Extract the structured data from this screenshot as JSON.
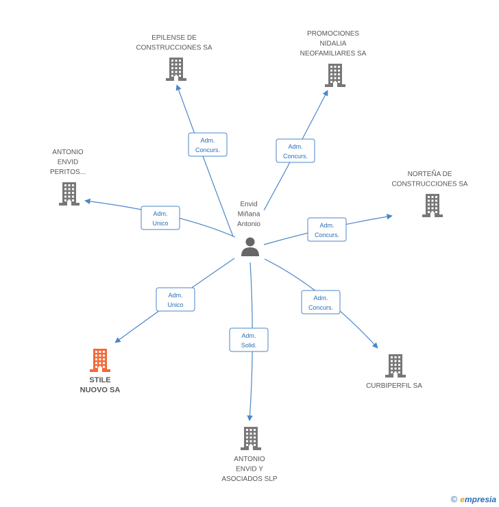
{
  "center": {
    "label_lines": [
      "Envid",
      "Miñana",
      "Antonio"
    ],
    "icon": "person-icon"
  },
  "companies": [
    {
      "id": "epilense",
      "label_lines": [
        "EPILENSE DE",
        "CONSTRUCCIONES SA"
      ],
      "icon": "building-icon",
      "highlight": false,
      "relation": [
        "Adm.",
        "Concurs."
      ]
    },
    {
      "id": "promociones",
      "label_lines": [
        "PROMOCIONES",
        "NIDALIA",
        "NEOFAMILIARES SA"
      ],
      "icon": "building-icon",
      "highlight": false,
      "relation": [
        "Adm.",
        "Concurs."
      ]
    },
    {
      "id": "antonio-peritos",
      "label_lines": [
        "ANTONIO",
        "ENVID",
        "PERITOS..."
      ],
      "icon": "building-icon",
      "highlight": false,
      "relation": [
        "Adm.",
        "Unico"
      ]
    },
    {
      "id": "nortena",
      "label_lines": [
        "NORTEÑA DE",
        "CONSTRUCCIONES SA"
      ],
      "icon": "building-icon",
      "highlight": false,
      "relation": [
        "Adm.",
        "Concurs."
      ]
    },
    {
      "id": "stile",
      "label_lines": [
        "STILE",
        "NUOVO SA"
      ],
      "icon": "building-icon",
      "highlight": true,
      "relation": [
        "Adm.",
        "Unico"
      ]
    },
    {
      "id": "curbiperfil",
      "label_lines": [
        "CURBIPERFIL SA"
      ],
      "icon": "building-icon",
      "highlight": false,
      "relation": [
        "Adm.",
        "Concurs."
      ]
    },
    {
      "id": "antonio-asociados",
      "label_lines": [
        "ANTONIO",
        "ENVID Y",
        "ASOCIADOS SLP"
      ],
      "icon": "building-icon",
      "highlight": false,
      "relation": [
        "Adm.",
        "Solid."
      ]
    }
  ],
  "colors": {
    "edge": "#4a86c8",
    "building": "#777777",
    "building_highlight": "#f26b3a",
    "person": "#666666"
  },
  "footer": {
    "copyright": "©",
    "brand_first": "e",
    "brand_rest": "mpresia"
  }
}
